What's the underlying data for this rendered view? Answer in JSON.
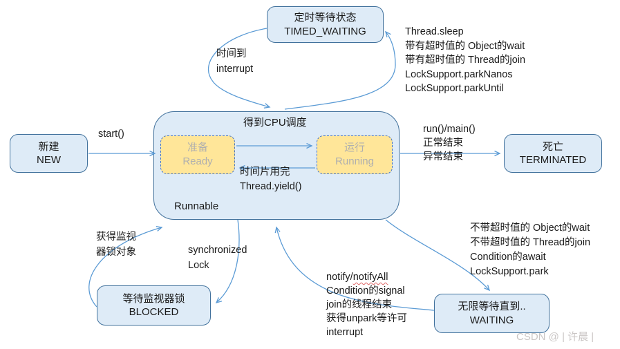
{
  "palette": {
    "box_fill": "#DEEBF7",
    "box_border": "#41719C",
    "inner_fill": "#FFE699",
    "inner_border": "#4472C4",
    "arrow": "#5B9BD5",
    "muted_text": "#AFAFAF",
    "text": "#1A1A1A",
    "watermark_color": "#CAC6C5",
    "spellcheck_underline": "#E06666"
  },
  "states": {
    "new": {
      "zh": "新建",
      "en": "NEW"
    },
    "timed_waiting": {
      "zh": "定时等待状态",
      "en": "TIMED_WAITING"
    },
    "terminated": {
      "zh": "死亡",
      "en": "TERMINATED"
    },
    "blocked": {
      "zh": "等待监视器锁",
      "en": "BLOCKED"
    },
    "waiting": {
      "zh": "无限等待直到..",
      "en": "WAITING"
    },
    "runnable": {
      "label": "Runnable",
      "cpu_schedule": "得到CPU调度",
      "ready_zh": "准备",
      "ready_en": "Ready",
      "running_zh": "运行",
      "running_en": "Running"
    }
  },
  "labels": {
    "start": "start()",
    "yield_lines": [
      "时间片用完",
      "Thread.yield()"
    ],
    "timeup_lines": [
      "时间到",
      "interrupt"
    ],
    "sleep_lines": [
      "Thread.sleep",
      "带有超时值的 Object的wait",
      "带有超时值的 Thread的join",
      "LockSupport.parkNanos",
      "LockSupport.parkUntil"
    ],
    "run_end_lines": [
      "run()/main()",
      "正常结束",
      "异常结束"
    ],
    "monitor_lines": [
      "获得监视",
      "器锁对象"
    ],
    "sync_lines": [
      "synchronized",
      "Lock"
    ],
    "notify_prefix": "notify/",
    "notify_wavy": "notifyAll",
    "notify_lines": [
      "Condition的signal",
      "join的线程结束",
      "获得unpark等许可",
      "interrupt"
    ],
    "wait_lines": [
      "不带超时值的 Object的wait",
      "不带超时值的 Thread的join",
      "Condition的await",
      "LockSupport.park"
    ]
  },
  "watermark": "CSDN @ | 许晨 |"
}
